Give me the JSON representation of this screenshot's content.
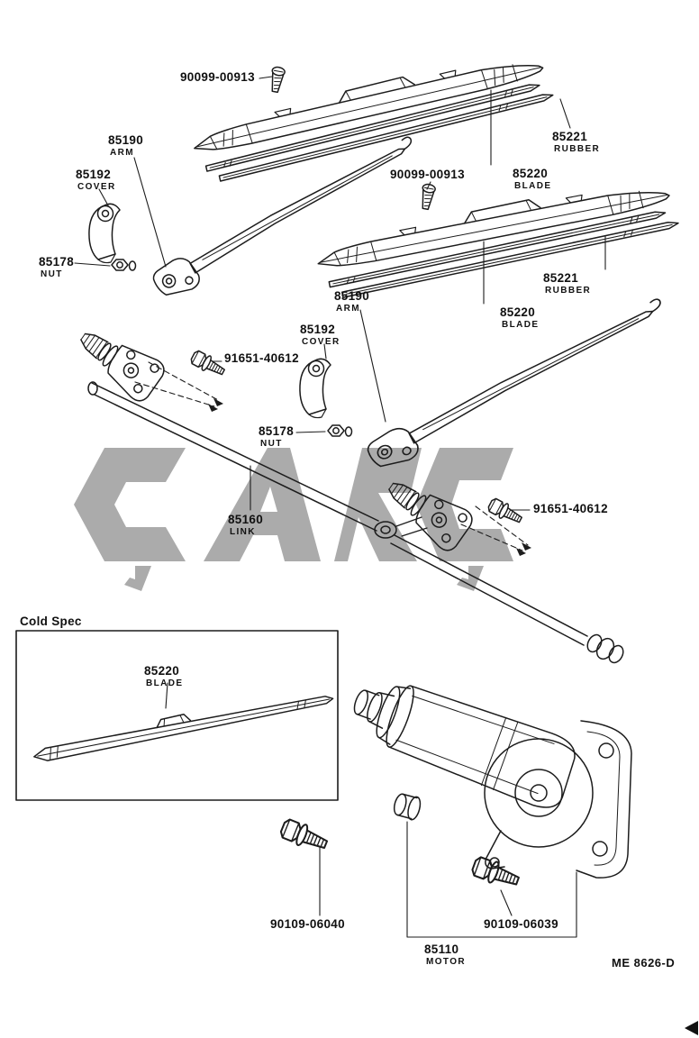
{
  "document": {
    "type": "parts-diagram",
    "subject": "windshield wiper assembly",
    "code": "ME 8626-D",
    "cold_spec_title": "Cold Spec"
  },
  "colors": {
    "line": "#1c1c1c",
    "background": "#ffffff",
    "watermark": "#ababab"
  },
  "labels": {
    "bolt_top": {
      "part": "90099-00913"
    },
    "arm_1": {
      "part": "85190",
      "sub": "ARM"
    },
    "cover_1": {
      "part": "85192",
      "sub": "COVER"
    },
    "nut_1": {
      "part": "85178",
      "sub": "NUT"
    },
    "rubber_1": {
      "part": "85221",
      "sub": "RUBBER"
    },
    "blade_1": {
      "part": "85220",
      "sub": "BLADE"
    },
    "bolt_mid": {
      "part": "90099-00913"
    },
    "rubber_2": {
      "part": "85221",
      "sub": "RUBBER"
    },
    "blade_2": {
      "part": "85220",
      "sub": "BLADE"
    },
    "arm_2": {
      "part": "85190",
      "sub": "ARM"
    },
    "cover_2": {
      "part": "85192",
      "sub": "COVER"
    },
    "bolt_pivot_left": {
      "part": "91651-40612"
    },
    "nut_2": {
      "part": "85178",
      "sub": "NUT"
    },
    "bolt_pivot_right": {
      "part": "91651-40612"
    },
    "link": {
      "part": "85160",
      "sub": "LINK"
    },
    "blade_cold": {
      "part": "85220",
      "sub": "BLADE"
    },
    "bolt_motor_left": {
      "part": "90109-06040"
    },
    "bolt_motor_right": {
      "part": "90109-06039"
    },
    "motor": {
      "part": "85110",
      "sub": "MOTOR"
    }
  }
}
